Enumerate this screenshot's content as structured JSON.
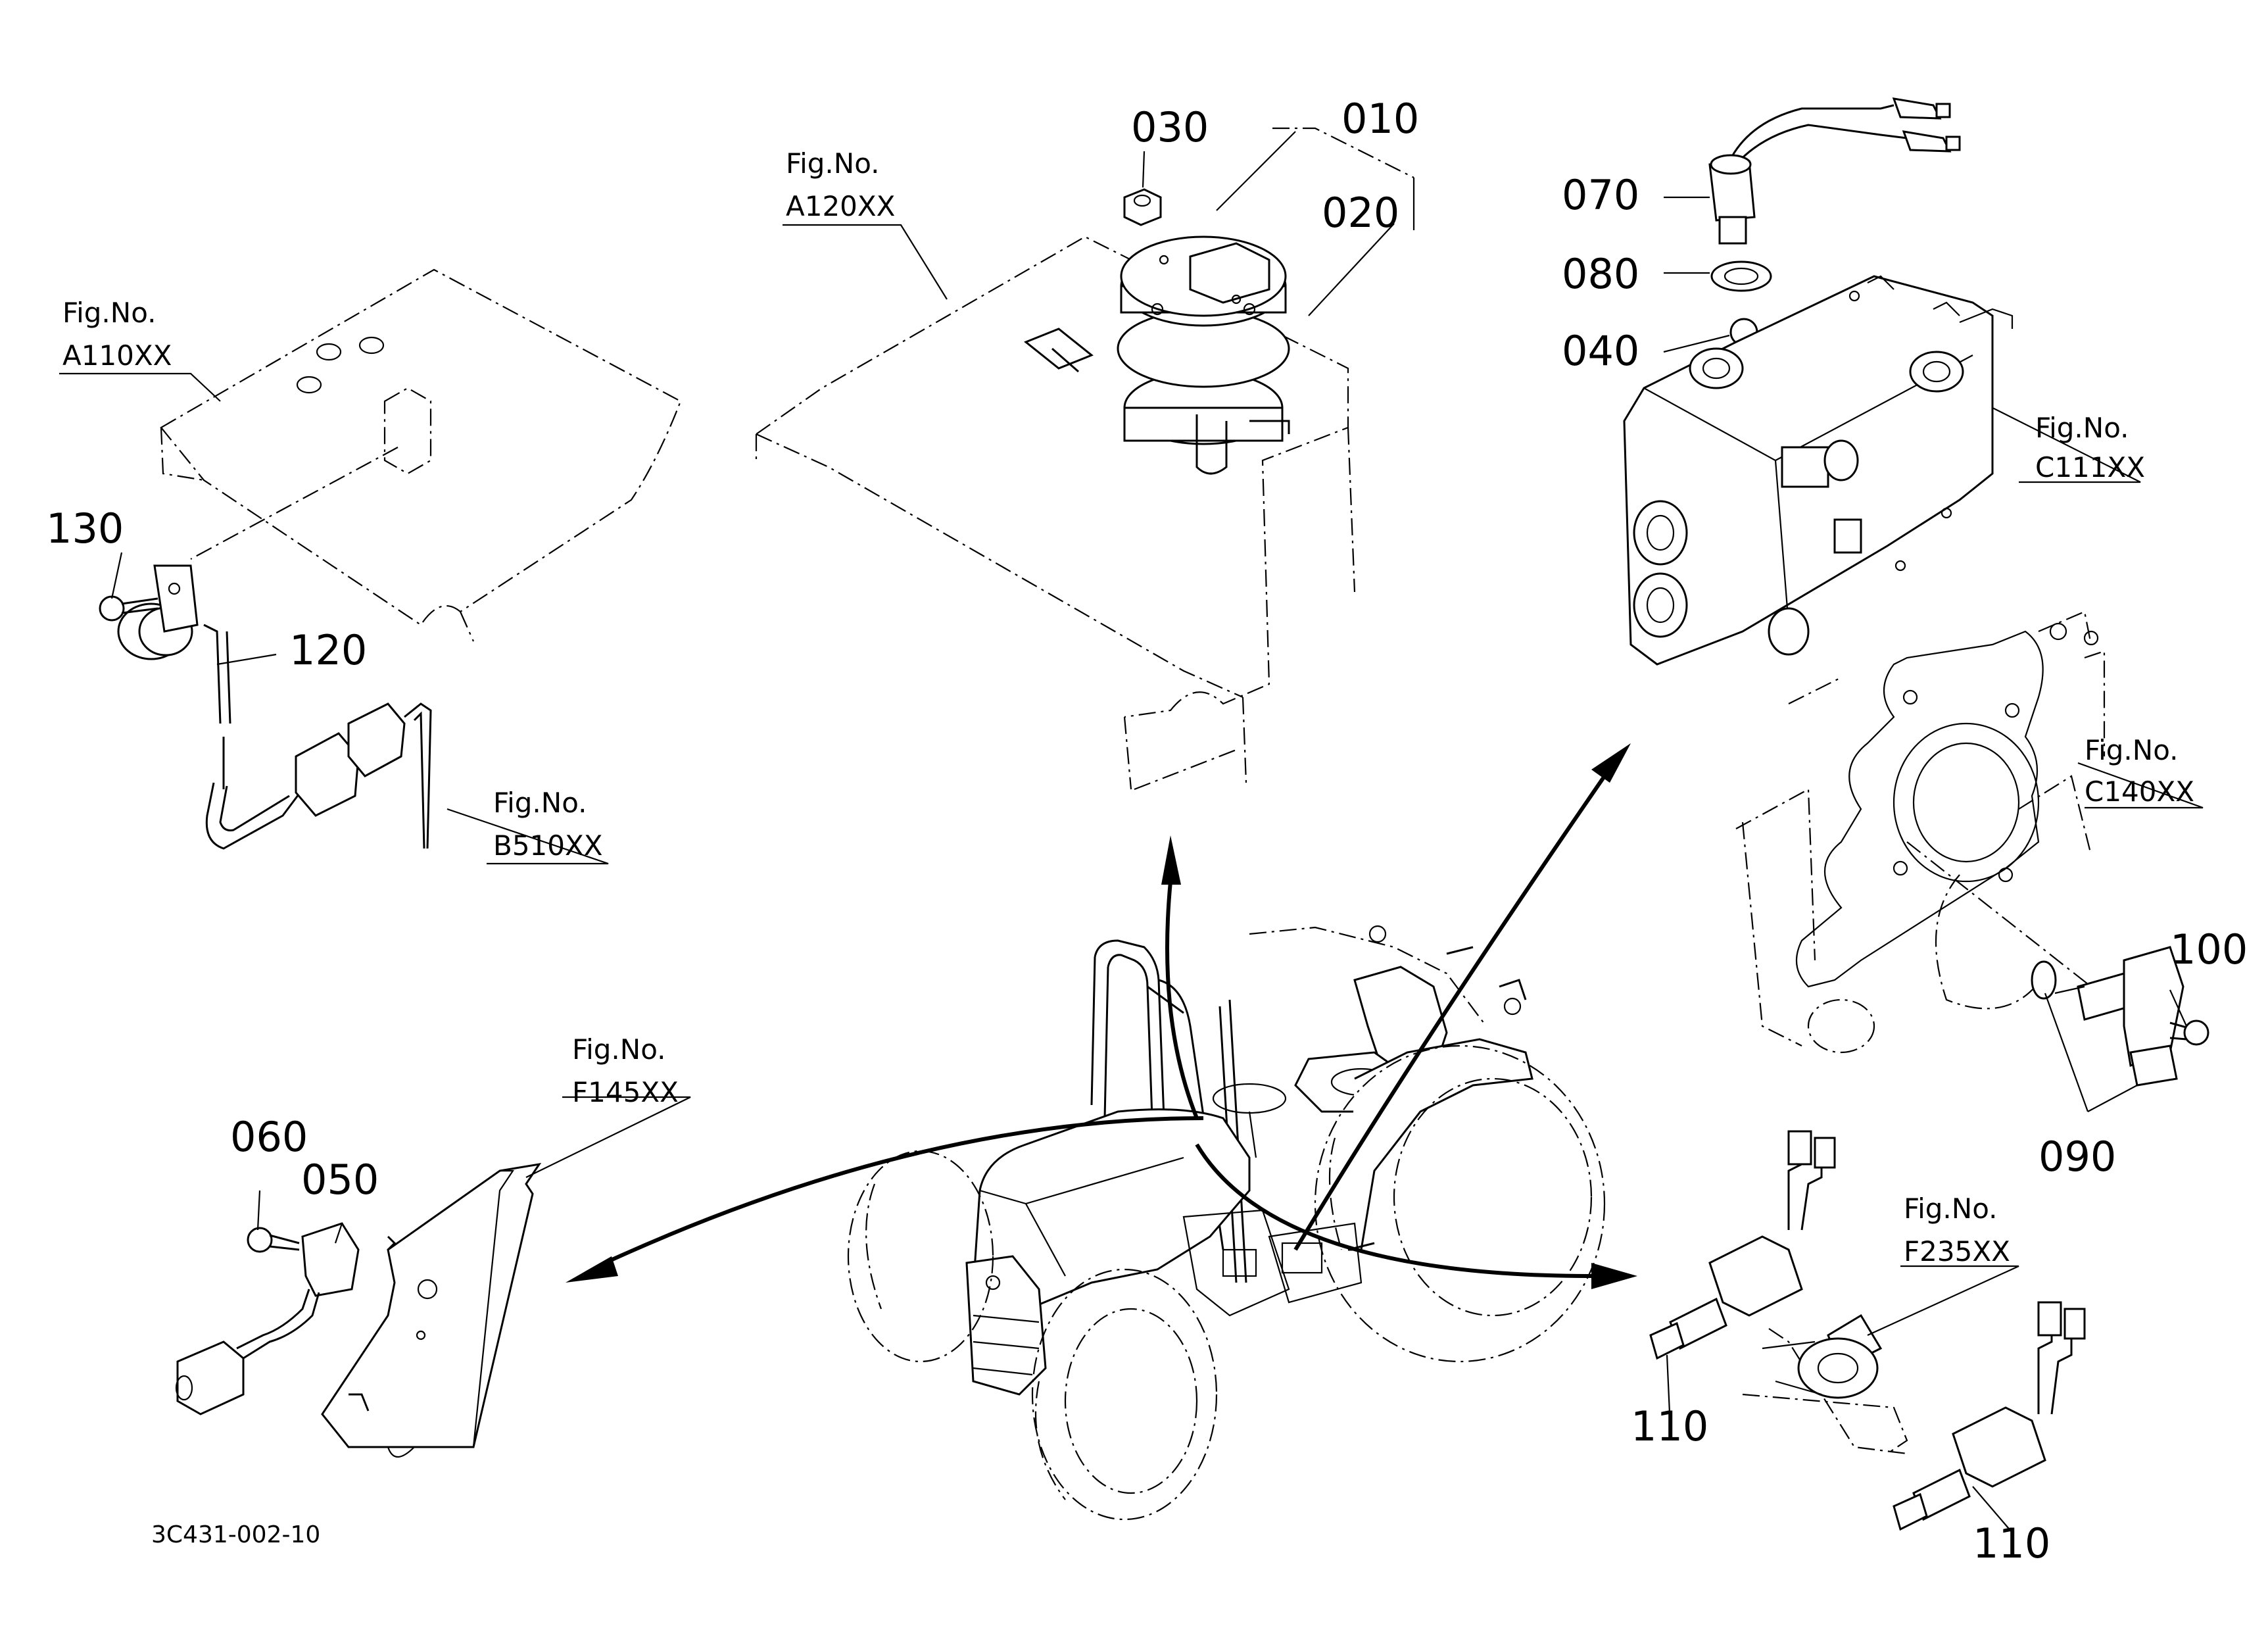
{
  "diagram": {
    "figure_refs": [
      {
        "id": "a110",
        "caption": "Fig.No.",
        "code": "A110XX"
      },
      {
        "id": "a120",
        "caption": "Fig.No.",
        "code": "A120XX"
      },
      {
        "id": "b510",
        "caption": "Fig.No.",
        "code": "B510XX"
      },
      {
        "id": "c111",
        "caption": "Fig.No.",
        "code": "C111XX"
      },
      {
        "id": "c140",
        "caption": "Fig.No.",
        "code": "C140XX"
      },
      {
        "id": "f145",
        "caption": "Fig.No.",
        "code": "F145XX"
      },
      {
        "id": "f235",
        "caption": "Fig.No.",
        "code": "F235XX"
      }
    ],
    "part_numbers": [
      {
        "id": "p010",
        "label": "010"
      },
      {
        "id": "p020",
        "label": "020"
      },
      {
        "id": "p030",
        "label": "030"
      },
      {
        "id": "p040",
        "label": "040"
      },
      {
        "id": "p050",
        "label": "050"
      },
      {
        "id": "p060",
        "label": "060"
      },
      {
        "id": "p070",
        "label": "070"
      },
      {
        "id": "p080",
        "label": "080"
      },
      {
        "id": "p090",
        "label": "090"
      },
      {
        "id": "p100",
        "label": "100"
      },
      {
        "id": "p110a",
        "label": "110"
      },
      {
        "id": "p110b",
        "label": "110"
      },
      {
        "id": "p120",
        "label": "120"
      },
      {
        "id": "p130",
        "label": "130"
      }
    ],
    "document_id": "3C431-002-10"
  }
}
